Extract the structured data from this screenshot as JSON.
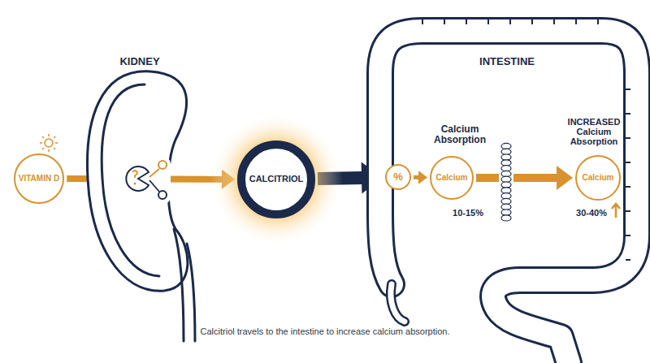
{
  "diagram": {
    "caption": "Calcitriol travels to the intestine to increase calcium absorption.",
    "nodes": [
      {
        "text": [
          "VITAMIN D"
        ]
      },
      {
        "text": [
          "CALCITRIOL"
        ]
      },
      {
        "text": [
          "%"
        ]
      },
      {
        "text": [
          "Calcium"
        ]
      },
      {
        "text": [
          "Calcium"
        ]
      }
    ],
    "edges": [
      {
        "from": 0,
        "to": 1,
        "arrow": "to"
      },
      {
        "from": 1,
        "to": 2,
        "arrow": "to"
      },
      {
        "from": 2,
        "to": 3,
        "arrow": "to"
      },
      {
        "from": 3,
        "to": 4,
        "arrow": "to"
      }
    ],
    "labels": [
      "KIDNEY",
      "INTESTINE",
      "Calcium Absorption",
      "10-15%",
      "INCREASED Calcium Absorption",
      "30-40%"
    ]
  }
}
